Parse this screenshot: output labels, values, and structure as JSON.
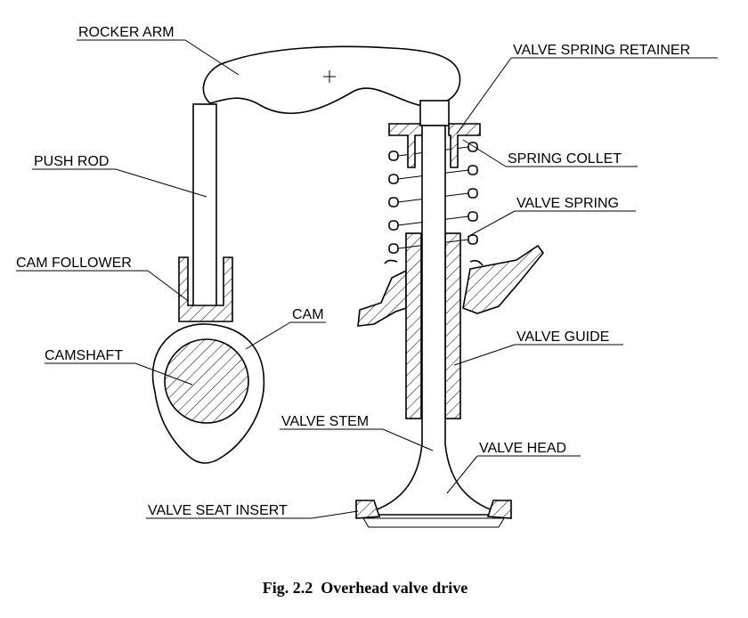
{
  "labels": {
    "rocker_arm": "ROCKER ARM",
    "push_rod": "PUSH ROD",
    "cam_follower": "CAM FOLLOWER",
    "cam": "CAM",
    "camshaft": "CAMSHAFT",
    "valve_spring_retainer": "VALVE SPRING RETAINER",
    "spring_collet": "SPRING COLLET",
    "valve_spring": "VALVE SPRING",
    "valve_guide": "VALVE GUIDE",
    "valve_stem": "VALVE STEM",
    "valve_head": "VALVE HEAD",
    "valve_seat_insert": "VALVE SEAT INSERT"
  },
  "caption": "Fig. 2.2  Overhead valve drive"
}
